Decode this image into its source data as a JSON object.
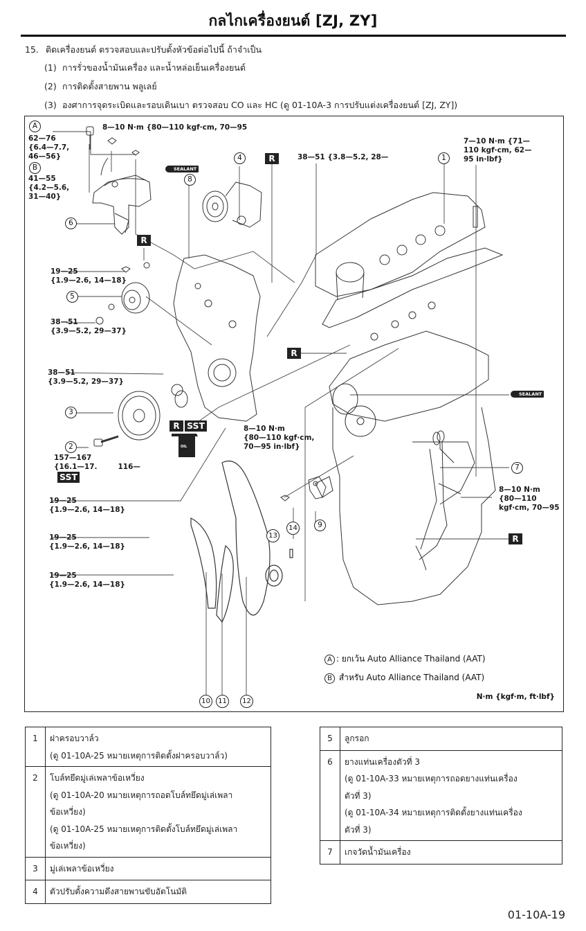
{
  "header": {
    "title": "กลไกเครื่องยนต์ [ZJ, ZY]"
  },
  "step": {
    "number": "15.",
    "text": "ติดเครื่องยนต์ ตรวจสอบและปรับตั้งหัวข้อต่อไปนี้ ถ้าจำเป็น",
    "substeps": [
      {
        "number": "(1)",
        "text": "การรั่วของน้ำมันเครื่อง และน้ำหล่อเย็นเครื่องยนต์"
      },
      {
        "number": "(2)",
        "text": "การติดตั้งสายพาน พลูเลย์"
      },
      {
        "number": "(3)",
        "text": "องศาการจุดระเบิดและรอบเดินเบา ตรวจสอบ CO และ HC (ดู 01-10A-3 การปรับแต่งเครื่องยนต์ [ZJ, ZY])"
      }
    ]
  },
  "diagram": {
    "torque_labels": {
      "a_mount": [
        "62—76",
        "{6.4—7.7,",
        "46—56}"
      ],
      "b_mount": [
        "41—55",
        "{4.2—5.6,",
        "31—40}"
      ],
      "mount_small": "8—10  N·m  {80—110  kgf·cm,  70—95",
      "tensioner_bolt": "38—51  {3.8—5.2,  28—",
      "valve_cover": [
        "7—10  N·m  {71—",
        "110 kgf·cm,  62—",
        "95 in·lbf}"
      ],
      "idler_bolt": [
        "19—25",
        "{1.9—2.6, 14—18}"
      ],
      "idler_nut": [
        "38—51",
        "{3.9—5.2, 29—37}"
      ],
      "cover_bolt": [
        "38—51",
        "{3.9—5.2, 29—37}"
      ],
      "pulley_bolt": [
        "157—167",
        "{16.1—17.",
        "116—"
      ],
      "timing_cover_bolt": [
        "19—25",
        "{1.9—2.6, 14—18}"
      ],
      "guide_bolt_1": [
        "19—25",
        "{1.9—2.6, 14—18}"
      ],
      "guide_bolt_2": [
        "19—25",
        "{1.9—2.6, 14—18}"
      ],
      "tensioner_9": [
        "8—10 N·m",
        "{80—110 kgf·cm,",
        "70—95 in·lbf}"
      ],
      "dipstick": [
        "8—10 N·m",
        "{80—110",
        "kgf·cm,   70—95"
      ]
    },
    "callouts": [
      "1",
      "2",
      "3",
      "4",
      "5",
      "6",
      "7",
      "8",
      "9",
      "10",
      "11",
      "12",
      "13",
      "14"
    ],
    "markers": {
      "a": "A",
      "b": "B",
      "replace": "R",
      "sst": "SST",
      "sealant": "SEALANT",
      "oil": "OIL"
    },
    "legend": [
      {
        "marker": "A",
        "text": ": ยกเว้น Auto Alliance Thailand (AAT)"
      },
      {
        "marker": "B",
        "text": " สำหรับ Auto Alliance Thailand (AAT)"
      }
    ],
    "units": "N·m {kgf·m,  ft·lbf}"
  },
  "parts_left": [
    {
      "no": "1",
      "lines": [
        "ฝาครอบวาล์ว",
        "(ดู 01-10A-25 หมายเหตุการติดตั้งฝาครอบวาล์ว)"
      ]
    },
    {
      "no": "2",
      "lines": [
        "โบล์ทยึดมู่เล่เพลาข้อเหวี่ยง",
        "(ดู 01-10A-20 หมายเหตุการถอดโบล์ทยึดมู่เล่เพลา",
        "ข้อเหวี่ยง)",
        "(ดู 01-10A-25  หมายเหตุการติดตั้งโบล์ทยึดมู่เล่เพลา",
        "ข้อเหวี่ยง)"
      ]
    },
    {
      "no": "3",
      "lines": [
        "มู่เล่เพลาข้อเหวี่ยง"
      ]
    },
    {
      "no": "4",
      "lines": [
        "ตัวปรับตั้งความตึงสายพานขับอัตโนมัติ"
      ]
    }
  ],
  "parts_right": [
    {
      "no": "5",
      "lines": [
        "ลูกรอก"
      ]
    },
    {
      "no": "6",
      "lines": [
        "ยางแท่นเครื่องตัวที่ 3",
        "(ดู 01-10A-33 หมายเหตุการถอดยางแท่นเครื่อง",
        "ตัวที่ 3)",
        "(ดู 01-10A-34 หมายเหตุการติดตั้งยางแท่นเครื่อง",
        "ตัวที่ 3)"
      ]
    },
    {
      "no": "7",
      "lines": [
        "เกจวัดน้ำมันเครื่อง"
      ]
    }
  ],
  "footer": {
    "page_number": "01-10A-19"
  }
}
